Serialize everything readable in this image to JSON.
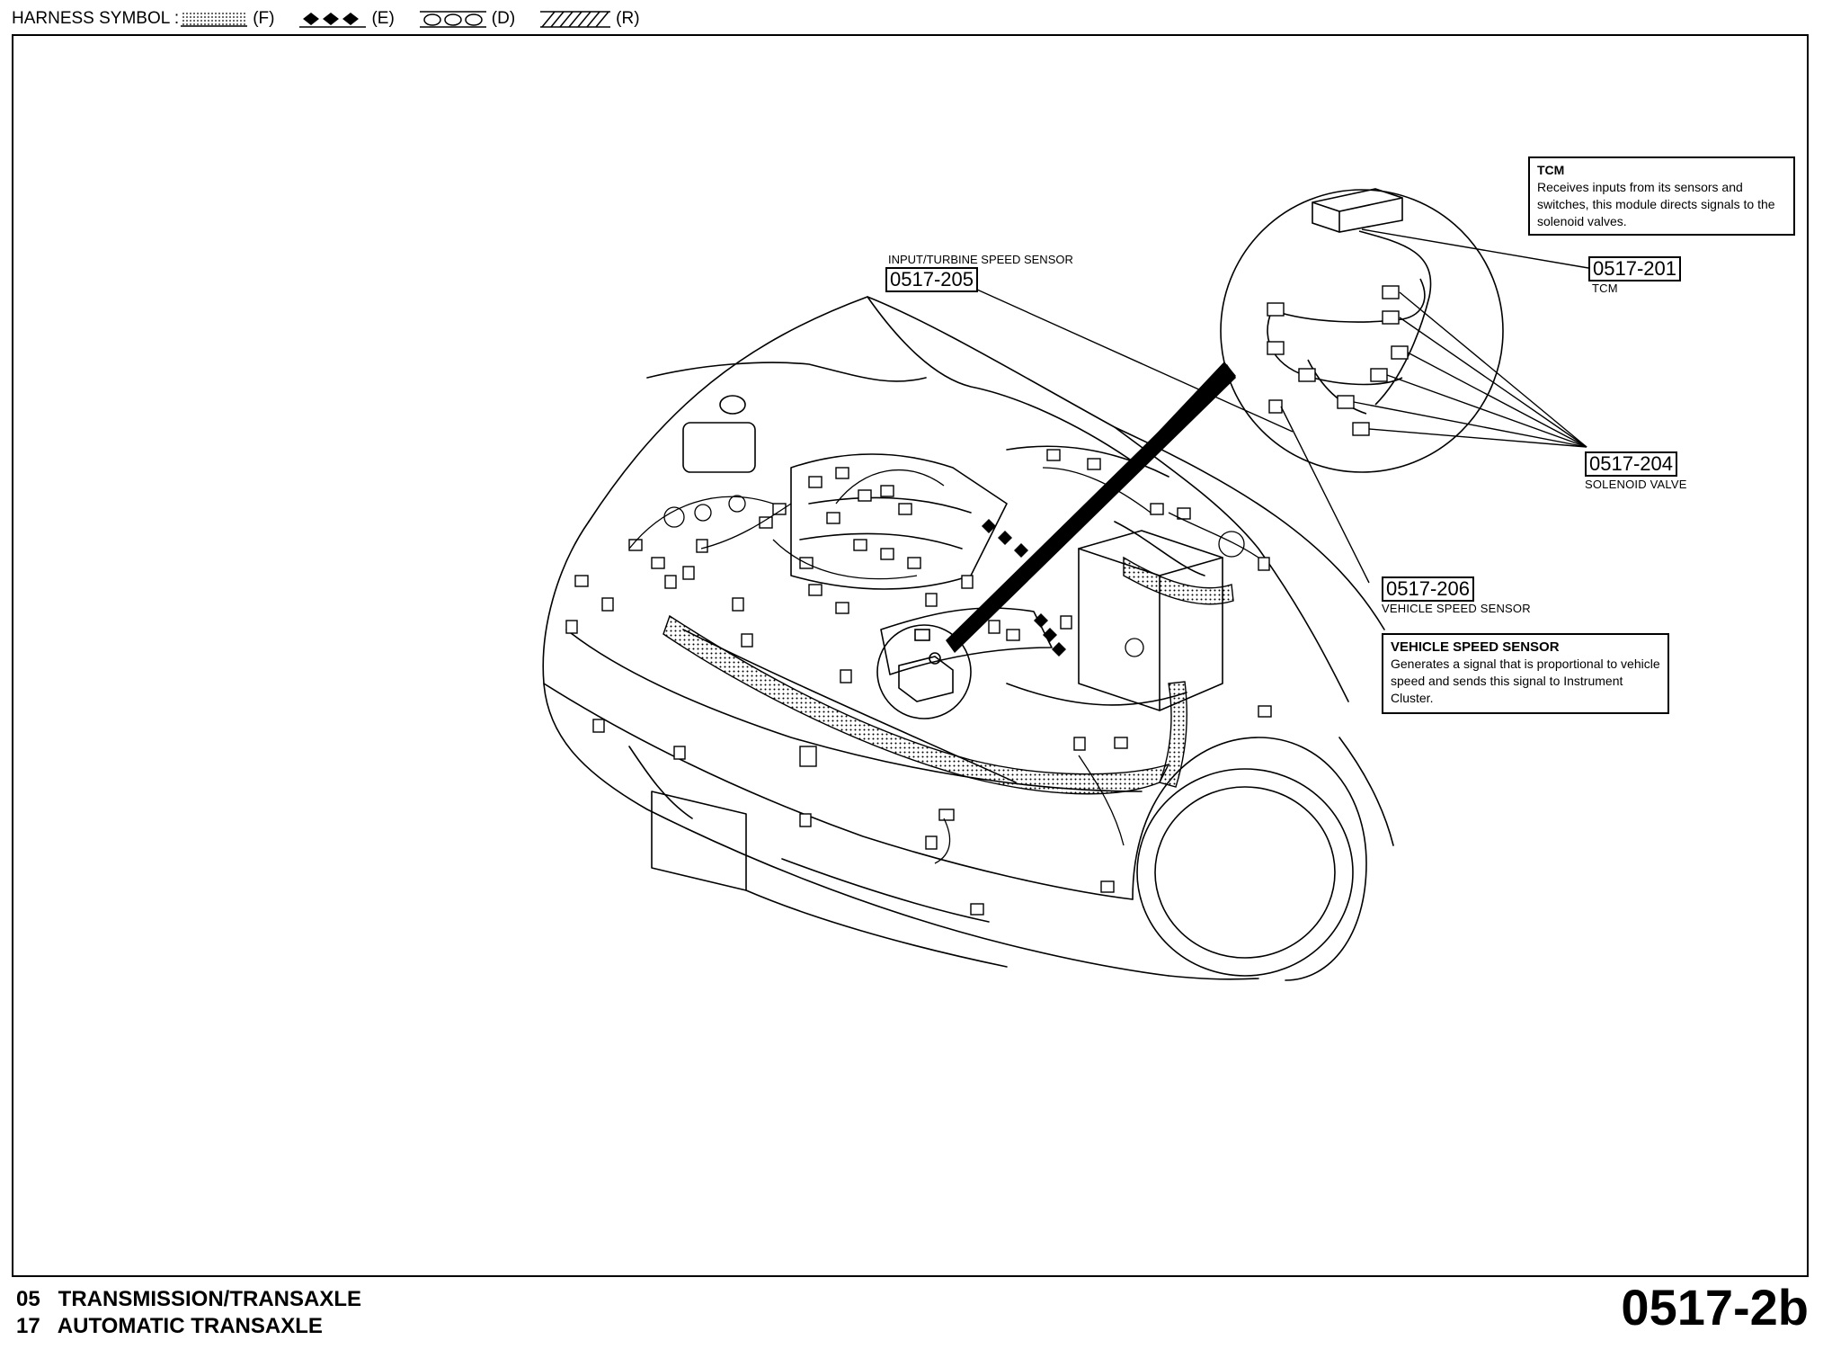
{
  "legend": {
    "label": "HARNESS SYMBOL :",
    "items": [
      {
        "symbol": "dotted-band",
        "code": "(F)"
      },
      {
        "symbol": "diamond-chain",
        "code": "(E)"
      },
      {
        "symbol": "circle-chain",
        "code": "(D)"
      },
      {
        "symbol": "hatched-band",
        "code": "(R)"
      }
    ]
  },
  "callouts": {
    "input_sensor": {
      "title": "INPUT/TURBINE SPEED SENSOR",
      "code": "0517-205"
    },
    "tcm": {
      "code": "0517-201",
      "label": "TCM"
    },
    "solenoid": {
      "code": "0517-204",
      "label": "SOLENOID VALVE"
    },
    "vss": {
      "code": "0517-206",
      "label": "VEHICLE SPEED SENSOR"
    }
  },
  "info": {
    "tcm": {
      "title": "TCM",
      "body": "Receives inputs from its sensors and switches, this module directs signals to the solenoid valves."
    },
    "vss": {
      "title": "VEHICLE SPEED SENSOR",
      "body": "Generates a signal that is proportional to vehicle speed and sends this signal to Instrument Cluster."
    }
  },
  "footer": {
    "line1_num": "05",
    "line1_text": "TRANSMISSION/TRANSAXLE",
    "line2_num": "17",
    "line2_text": "AUTOMATIC TRANSAXLE",
    "page": "0517-2b"
  }
}
